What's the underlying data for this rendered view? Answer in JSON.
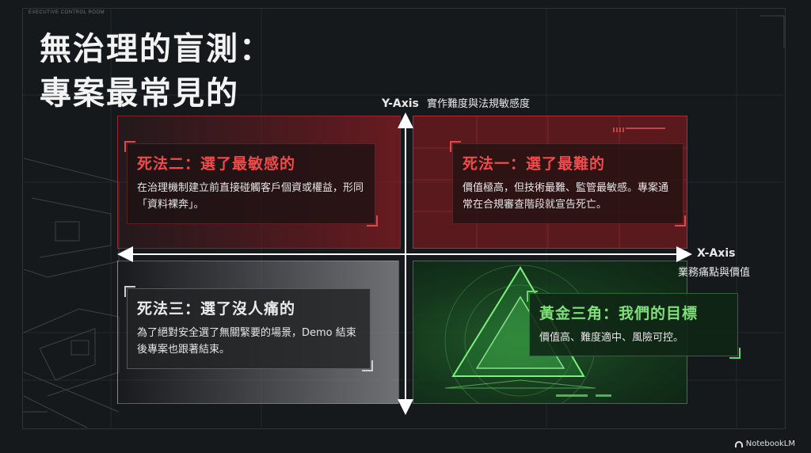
{
  "brand_caption": "EXECUTIVE CONTROL ROOM",
  "title": {
    "line1": "無治理的盲測：",
    "line2": "專案最常見的"
  },
  "y_axis": {
    "title": "Y-Axis",
    "label": "實作難度與法規敏感度"
  },
  "x_axis": {
    "title": "X-Axis",
    "label": "業務痛點與價值"
  },
  "quadrants": {
    "top_left": {
      "title": "死法二：選了最敏感的",
      "body": "在治理機制建立前直接碰觸客戶個資或權益，形同「資料裸奔」。"
    },
    "top_right": {
      "title": "死法一：選了最難的",
      "body": "價值極高，但技術最難、監管最敏感。專案通常在合規審查階段就宣告死亡。"
    },
    "bottom_left": {
      "title": "死法三：選了沒人痛的",
      "body": "為了絕對安全選了無關緊要的場景，Demo 結束後專案也跟著結束。"
    },
    "bottom_right": {
      "title": "黃金三角：我們的目標",
      "body": "價值高、難度適中、風險可控。"
    }
  },
  "footer": {
    "brand": "NotebookLM",
    "icon": "notebooklm-logo-icon"
  },
  "colors": {
    "danger": "#f04a4a",
    "target": "#7fe07a",
    "neutral": "#ececec",
    "background": "#16191c"
  }
}
